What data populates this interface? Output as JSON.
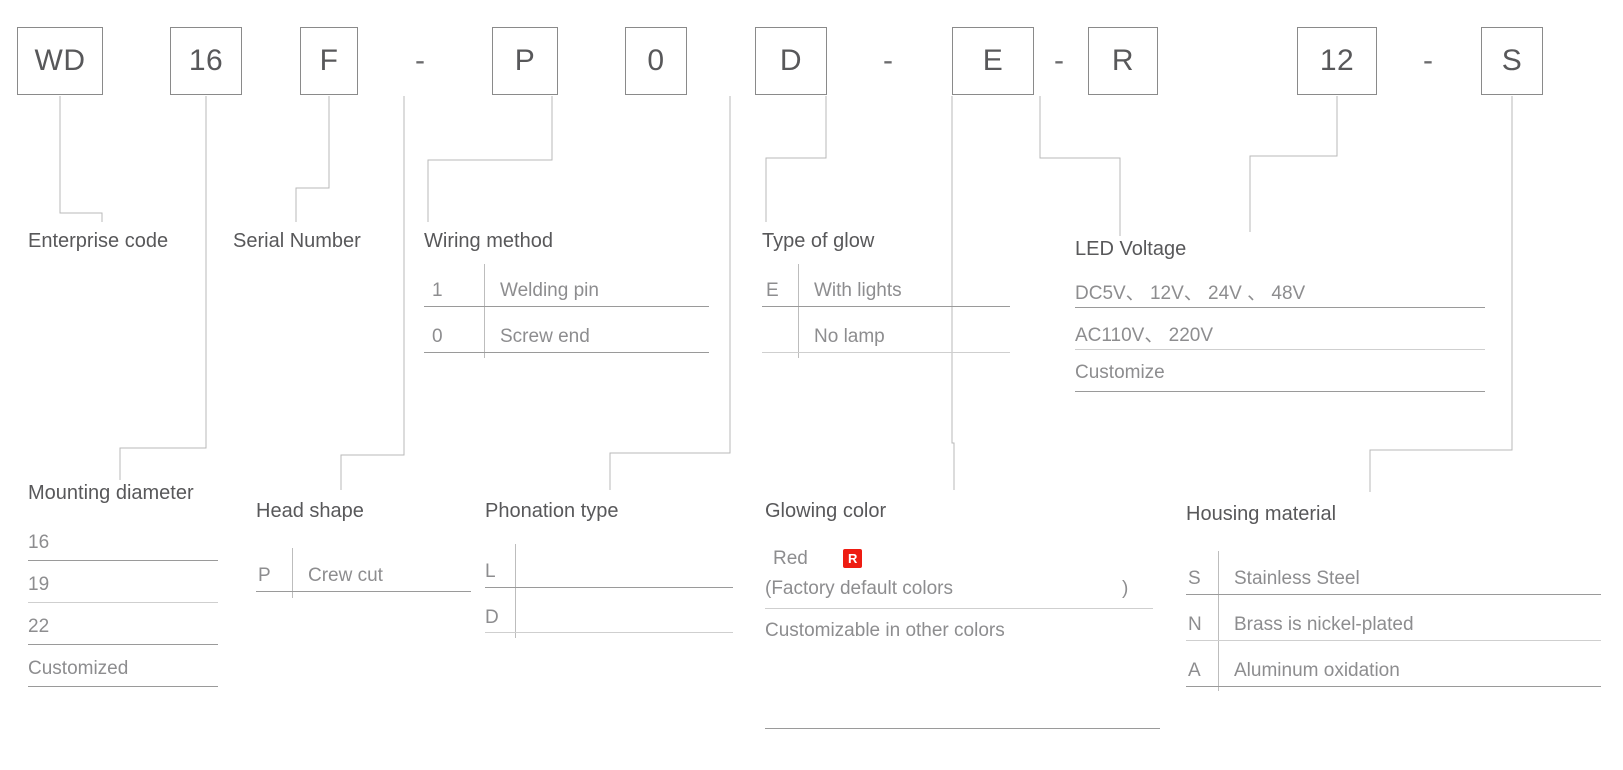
{
  "part_number": {
    "segments": [
      {
        "type": "box",
        "value": "WD"
      },
      {
        "type": "box",
        "value": "16"
      },
      {
        "type": "box",
        "value": "F"
      },
      {
        "type": "dash",
        "value": "-"
      },
      {
        "type": "box",
        "value": "P"
      },
      {
        "type": "box",
        "value": "0"
      },
      {
        "type": "box",
        "value": "D"
      },
      {
        "type": "dash",
        "value": "-"
      },
      {
        "type": "box",
        "value": "E"
      },
      {
        "type": "dash",
        "value": "-"
      },
      {
        "type": "box",
        "value": "R"
      },
      {
        "type": "box",
        "value": "12"
      },
      {
        "type": "dash",
        "value": "-"
      },
      {
        "type": "box",
        "value": "S"
      }
    ]
  },
  "sections": {
    "enterprise_code": {
      "title": "Enterprise code"
    },
    "serial_number": {
      "title": "Serial Number"
    },
    "wiring_method": {
      "title": "Wiring method",
      "rows": [
        {
          "code": "1",
          "desc": "Welding pin"
        },
        {
          "code": "0",
          "desc": "Screw end"
        }
      ]
    },
    "type_of_glow": {
      "title": "Type of glow",
      "rows": [
        {
          "code": "E",
          "desc": "With lights"
        },
        {
          "code": "",
          "desc": "No lamp"
        }
      ]
    },
    "led_voltage": {
      "title": "LED Voltage",
      "rows": [
        {
          "desc": "DC5V、 12V、 24V 、 48V"
        },
        {
          "desc": "AC110V、 220V"
        },
        {
          "desc": "Customize"
        }
      ]
    },
    "mounting_diameter": {
      "title": "Mounting diameter",
      "rows": [
        {
          "desc": "16"
        },
        {
          "desc": "19"
        },
        {
          "desc": "22"
        },
        {
          "desc": "Customized"
        }
      ]
    },
    "head_shape": {
      "title": "Head shape",
      "rows": [
        {
          "code": "P",
          "desc": "Crew cut"
        }
      ]
    },
    "phonation_type": {
      "title": "Phonation type",
      "rows": [
        {
          "code": "L",
          "desc": ""
        },
        {
          "code": "D",
          "desc": ""
        }
      ]
    },
    "glowing_color": {
      "title": "Glowing color",
      "red_label": "Red",
      "red_badge": "R",
      "default_note_open": "(Factory default colors",
      "default_note_close": ")",
      "custom_note": "Customizable in other colors"
    },
    "housing_material": {
      "title": "Housing material",
      "rows": [
        {
          "code": "S",
          "desc": "Stainless Steel"
        },
        {
          "code": "N",
          "desc": "Brass is nickel-plated"
        },
        {
          "code": "A",
          "desc": "Aluminum oxidation"
        }
      ]
    }
  },
  "colors": {
    "badge_red": "#ee1c12",
    "box_border": "#8a8a8a",
    "text_dark": "#58585a",
    "text_muted": "#8d8d8f",
    "rule": "#9a9a9a",
    "rule_light": "#cfcfcf"
  }
}
